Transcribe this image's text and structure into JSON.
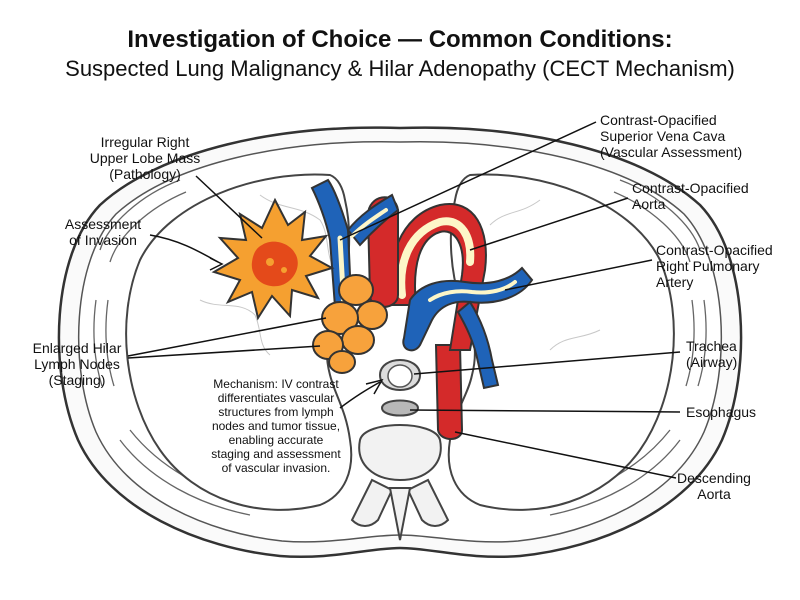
{
  "header": {
    "title": "Investigation of Choice — Common Conditions:",
    "subtitle": "Suspected Lung Malignancy & Hilar Adenopathy (CECT Mechanism)"
  },
  "labels": {
    "mass": [
      "Irregular Right",
      "Upper Lobe Mass",
      "(Pathology)"
    ],
    "invasion": [
      "Assessment",
      "of Invasion"
    ],
    "nodes": [
      "Enlarged Hilar",
      "Lymph Nodes",
      "(Staging)"
    ],
    "svc": [
      "Contrast-Opacified",
      "Superior Vena Cava",
      "(Vascular Assessment)"
    ],
    "aorta": [
      "Contrast-Opacified",
      "Aorta"
    ],
    "pulmonary": [
      "Contrast-Opacified",
      "Right Pulmonary",
      "Artery"
    ],
    "trachea": [
      "Trachea",
      "(Airway)"
    ],
    "esophagus": [
      "Esophagus"
    ],
    "descending": [
      "Descending",
      "Aorta"
    ]
  },
  "mechanism": [
    "Mechanism: IV contrast",
    "differentiates vascular",
    "structures from lymph",
    "nodes and tumor tissue,",
    "enabling accurate",
    "staging and assessment",
    "of vascular invasion."
  ],
  "colors": {
    "artery": "#d42a2a",
    "vein": "#1f63b8",
    "contrast": "#fdf6c8",
    "tumor": "#f5a030",
    "tumor_core": "#e44a1a",
    "node": "#f7a23c",
    "outline": "#333333"
  }
}
